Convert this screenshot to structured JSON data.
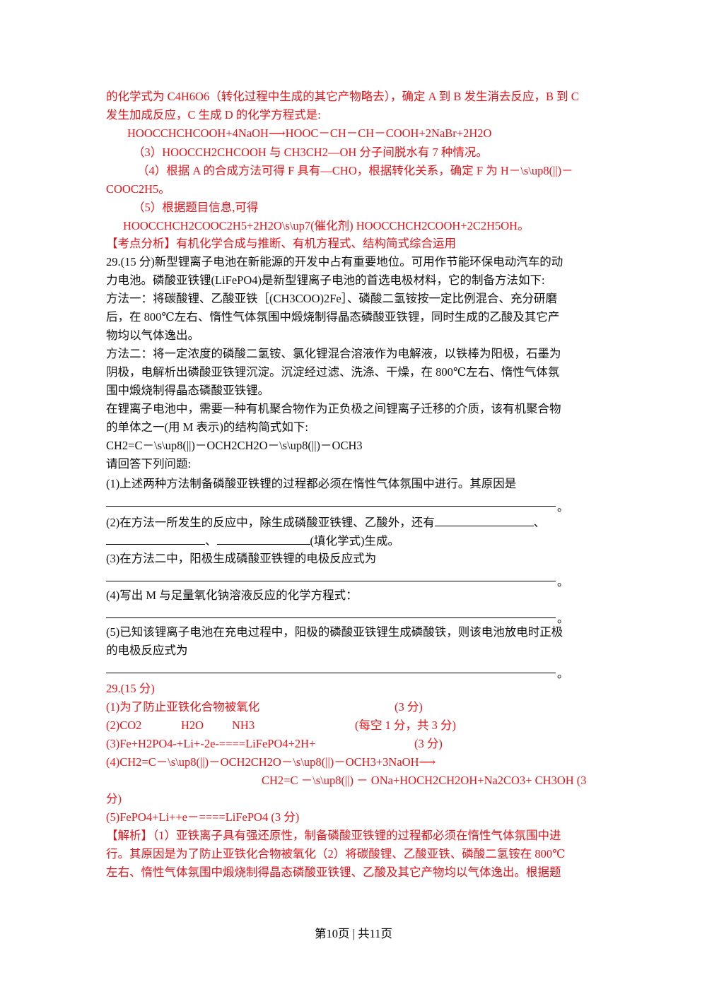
{
  "answer_top": {
    "l1": "的化学式为 C4H6O6（转化过程中生成的其它产物略去），确定 A 到 B 发生消去反应，B 到 C",
    "l2": "发生加成反应，C 生成 D 的化学方程式是:",
    "l3": "HOOCCHCHCOOH+4NaOH⟶HOOC－CH－CH－COOH+2NaBr+2H2O",
    "l4": "（3）HOOCCH2CHCOOH 与 CH3CH2—OH 分子间脱水有 7 种情况。",
    "l5": "（4）根据 A 的合成方法可得 F 具有—CHO，根据转化关系，确定 F 为 H－\\s\\up8(||)－",
    "l6": "COOC2H5。",
    "l7": "（5）根据题目信息,可得",
    "l8": "HOOCCHCH2COOC2H5+2H2O\\s\\up7(催化剂) HOOCCHCH2COOH+2C2H5OH。",
    "l9": "【考点分析】有机化学合成与推断、有机方程式、结构简式综合运用"
  },
  "question": {
    "l1": "29.(15 分)新型锂离子电池在新能源的开发中占有重要地位。可用作节能环保电动汽车的动",
    "l2": "力电池。磷酸亚铁锂(LiFePO4)是新型锂离子电池的首选电极材料，它的制备方法如下:",
    "l3": "方法一：将碳酸锂、乙酸亚铁［(CH3COO)2Fe］、磷酸二氢铵按一定比例混合、充分研磨",
    "l4": "后，在 800℃左右、惰性气体氛围中煅烧制得晶态磷酸亚铁锂，同时生成的乙酸及其它产",
    "l5": "物均以气体逸出。",
    "l6": "方法二：将一定浓度的磷酸二氢铵、氯化锂混合溶液作为电解液，以铁棒为阳极，石墨为",
    "l7": "阴极，电解析出磷酸亚铁锂沉淀。沉淀经过滤、洗涤、干燥，在 800℃左右、惰性气体氛",
    "l8": "围中煅烧制得晶态磷酸亚铁锂。",
    "l9": "在锂离子电池中，需要一种有机聚合物作为正负极之间锂离子迁移的介质，该有机聚合物",
    "l10": "的单体之一(用 M 表示)的结构简式如下:",
    "l11": "CH2=C－\\s\\up8(||)－OCH2CH2O－\\s\\up8(||)－OCH3",
    "l12": "请回答下列问题:",
    "q1": "(1)上述两种方法制备磷酸亚铁锂的过程都必须在惰性气体氛围中进行。其原因是",
    "q2a": "(2)在方法一所发生的反应中，除生成磷酸亚铁锂、乙酸外，还有",
    "q2b_sep1": "、",
    "q2b_sep2": "、",
    "q2b_end": "(填化学式)生成。",
    "q3": "(3)在方法二中，阳极生成磷酸亚铁锂的电极反应式为",
    "q4": "(4)写出 M 与足量氧化钠溶液反应的化学方程式：",
    "q5a": "(5)已知该锂离子电池在充电过程中，阳极的磷酸亚铁锂生成磷酸铁，则该电池放电时正极",
    "q5b": "的电极反应式为",
    "period": "。"
  },
  "answer": {
    "title": "29.(15 分)",
    "a1": "(1)为了防止亚铁化合物被氧化",
    "a1_score": "(3 分)",
    "a2_co2": "(2)CO2",
    "a2_h2o": "H2O",
    "a2_nh3": "NH3",
    "a2_score": "(每空 1 分，共 3 分)",
    "a3": "(3)Fe+H2PO4-+Li+-2e-====LiFePO4+2H+",
    "a3_score": "(3 分)",
    "a4a": "(4)CH2=C－\\s\\up8(||)－OCH2CH2O－\\s\\up8(||)－OCH3+3NaOH⟶",
    "a4b": "CH2=C －\\s\\up8(||) － ONa+HOCH2CH2OH+Na2CO3+ CH3OH (3",
    "a4c": "分)",
    "a5": "(5)FePO4+Li++e－====LiFePO4 (3 分)",
    "e1": "【解析】（1）亚铁离子具有强还原性，制备磷酸亚铁锂的过程都必须在惰性气体氛围中进",
    "e2": "行。其原因是为了防止亚铁化合物被氧化（2）将碳酸锂、乙酸亚铁、磷酸二氢铵在 800℃",
    "e3": "左右、惰性气体氛围中煅烧制得晶态磷酸亚铁锂、乙酸及其它产物均以气体逸出。根据题"
  },
  "footer": "第10页 | 共11页"
}
